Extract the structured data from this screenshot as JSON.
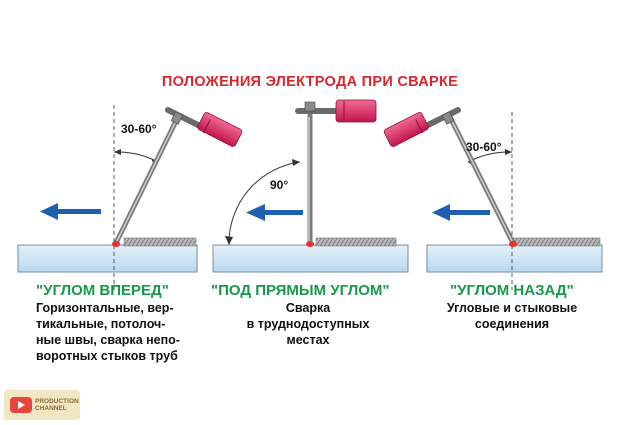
{
  "title": "ПОЛОЖЕНИЯ ЭЛЕКТРОДА ПРИ СВАРКЕ",
  "panels": [
    {
      "mode": "\"УГЛОМ ВПЕРЕД\"",
      "angle_label": "30-60°",
      "description": [
        "Горизонтальные, вер-",
        "тикальные, потолоч-",
        "ные швы, сварка непо-",
        "воротных стыков труб"
      ]
    },
    {
      "mode": "\"ПОД ПРЯМЫМ УГЛОМ\"",
      "angle_label": "90°",
      "description": [
        "Сварка",
        "в труднодоступных",
        "местах"
      ]
    },
    {
      "mode": "\"УГЛОМ НАЗАД\"",
      "angle_label": "30-60°",
      "description": [
        "Угловые и стыковые",
        "соединения"
      ]
    }
  ],
  "logo": {
    "line1": "PRODUCTION",
    "line2": "CHANNEL"
  },
  "colors": {
    "title": "#d9262c",
    "mode_label": "#169a4a",
    "arrow": "#1f5fb0",
    "plate": "#cfe6f4",
    "holder": "#d6205a",
    "electrode": "#9a9a9a"
  },
  "icons": [
    "direction-arrow-icon",
    "electrode-holder-icon",
    "youtube-icon"
  ]
}
